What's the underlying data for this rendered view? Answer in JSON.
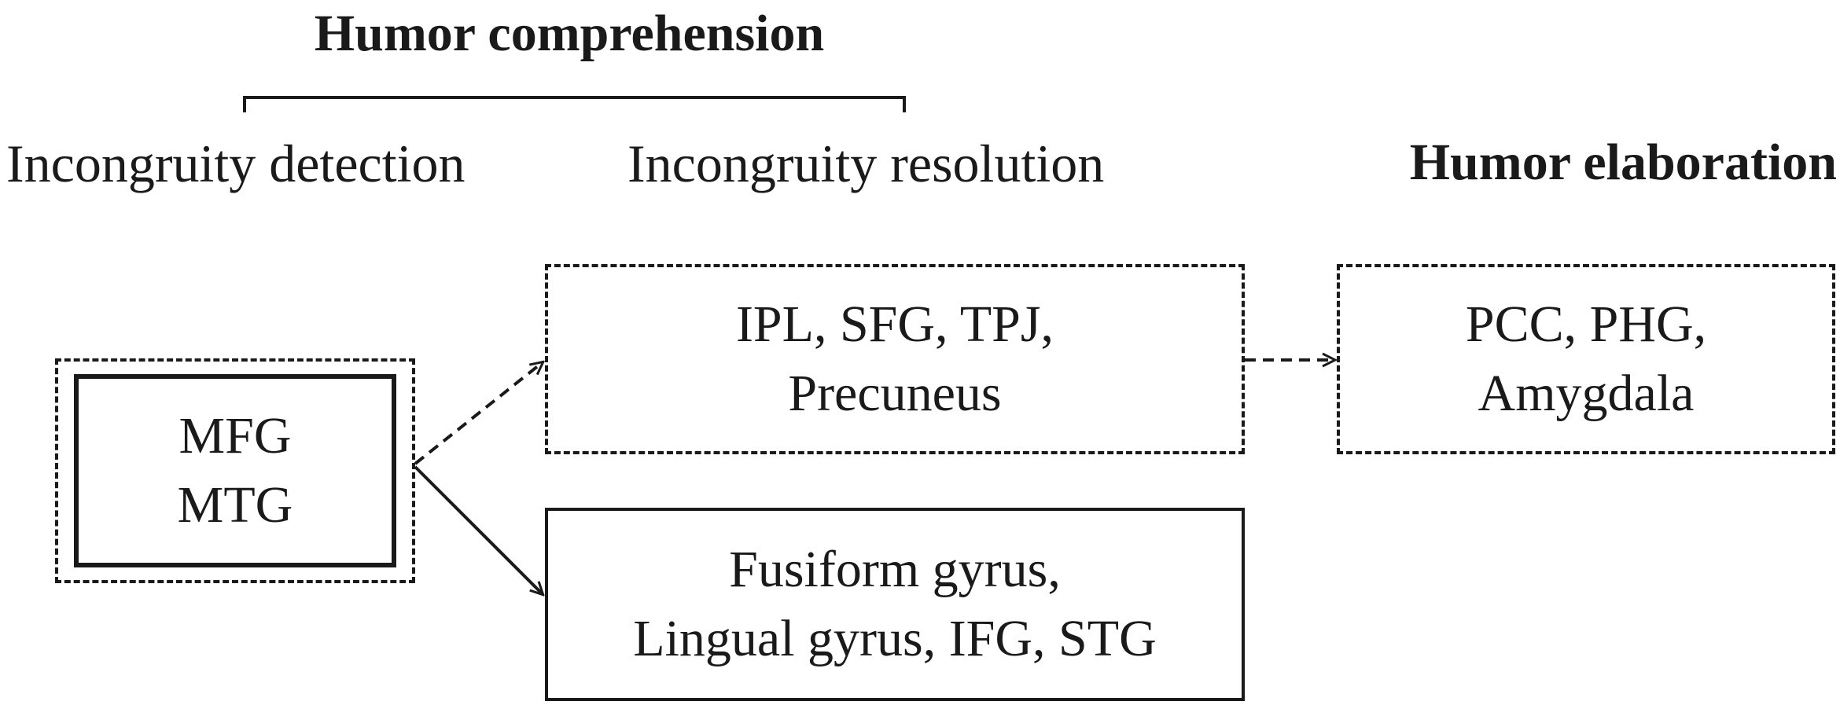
{
  "header": {
    "comprehension_title": "Humor comprehension",
    "elaboration_title": "Humor elaboration"
  },
  "stages": {
    "detection_label": "Incongruity detection",
    "resolution_label": "Incongruity resolution"
  },
  "boxes": {
    "detection": [
      "MFG",
      "MTG"
    ],
    "resolution_a": [
      "IPL, SFG, TPJ,",
      "Precuneus"
    ],
    "resolution_b": [
      "Fusiform gyrus,",
      "Lingual gyrus, IFG, STG"
    ],
    "elaboration": [
      "PCC, PHG,",
      "Amygdala"
    ]
  },
  "colors": {
    "ink": "#1a1a1a",
    "background": "#ffffff"
  }
}
